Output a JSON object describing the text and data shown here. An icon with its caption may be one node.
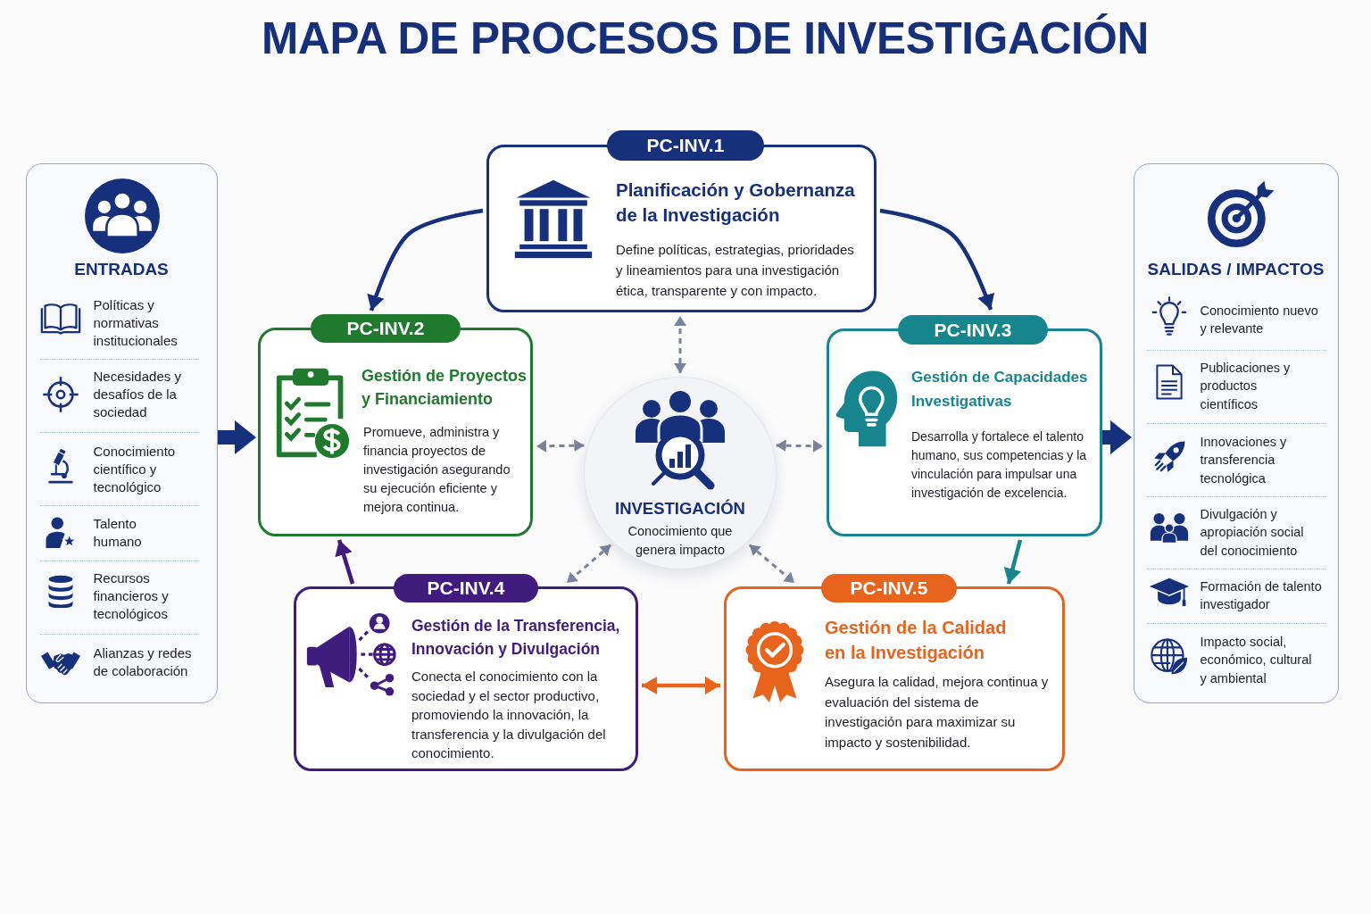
{
  "diagram": {
    "title": "MAPA DE PROCESOS DE INVESTIGACIÓN",
    "nodes": [
      {
        "text": [
          "ENTRADAS",
          "Políticas y normativas institucionales",
          "Necesidades y desafíos de la sociedad",
          "Conocimiento científico y tecnológico",
          "Talento humano",
          "Recursos financieros y tecnológicos",
          "Alianzas y redes de colaboración"
        ]
      },
      {
        "text": [
          "PC-INV.1",
          "Planificación y Gobernanza de la Investigación",
          "Define políticas, estrategias, prioridades y lineamientos para una investigación ética, transparente y con impacto."
        ]
      },
      {
        "text": [
          "PC-INV.2",
          "Gestión de Proyectos y Financiamiento",
          "Promueve, administra y financia proyectos de investigación asegurando su ejecución eficiente y mejora continua."
        ]
      },
      {
        "text": [
          "INVESTIGACIÓN",
          "Conocimiento que genera impacto"
        ]
      },
      {
        "text": [
          "PC-INV.3",
          "Gestión de Capacidades Investigativas",
          "Desarrolla y fortalece el talento humano, sus competencias y la vinculación para impulsar una investigación de excelencia."
        ]
      },
      {
        "text": [
          "PC-INV.4",
          "Gestión de la Transferencia, Innovación y Divulgación",
          "Conecta el conocimiento con la sociedad y el sector productivo, promoviendo la innovación, la transferencia y la divulgación del conocimiento."
        ]
      },
      {
        "text": [
          "PC-INV.5",
          "Gestión de la Calidad en la Investigación",
          "Asegura la calidad, mejora continua y evaluación del sistema de investigación para maximizar su impacto y sostenibilidad."
        ]
      },
      {
        "text": [
          "SALIDAS / IMPACTOS",
          "Conocimiento nuevo y relevante",
          "Publicaciones y productos científicos",
          "Innovaciones y transferencia tecnológica",
          "Divulgación y apropiación social del conocimiento",
          "Formación de talento investigador",
          "Impacto social, económico, cultural y ambiental"
        ]
      }
    ],
    "edges": [
      {
        "from": 0,
        "to": 2,
        "arrow": "to",
        "style": "thick",
        "color": "#16307c"
      },
      {
        "from": 1,
        "to": 2,
        "arrow": "to",
        "color": "#16307c"
      },
      {
        "from": 1,
        "to": 4,
        "arrow": "to",
        "color": "#16307c"
      },
      {
        "from": 3,
        "to": 1,
        "arrow": "both",
        "style": "dashed"
      },
      {
        "from": 3,
        "to": 2,
        "arrow": "both",
        "style": "dashed"
      },
      {
        "from": 3,
        "to": 4,
        "arrow": "both",
        "style": "dashed"
      },
      {
        "from": 3,
        "to": 5,
        "arrow": "both",
        "style": "dashed"
      },
      {
        "from": 3,
        "to": 6,
        "arrow": "both",
        "style": "dashed"
      },
      {
        "from": 4,
        "to": 6,
        "arrow": "to",
        "color": "#17858e"
      },
      {
        "from": 5,
        "to": 2,
        "arrow": "to",
        "color": "#3f1c7e"
      },
      {
        "from": 5,
        "to": 6,
        "arrow": "both",
        "color": "#e8641c"
      },
      {
        "from": 4,
        "to": 7,
        "arrow": "to",
        "style": "thick",
        "color": "#16307c"
      }
    ]
  }
}
